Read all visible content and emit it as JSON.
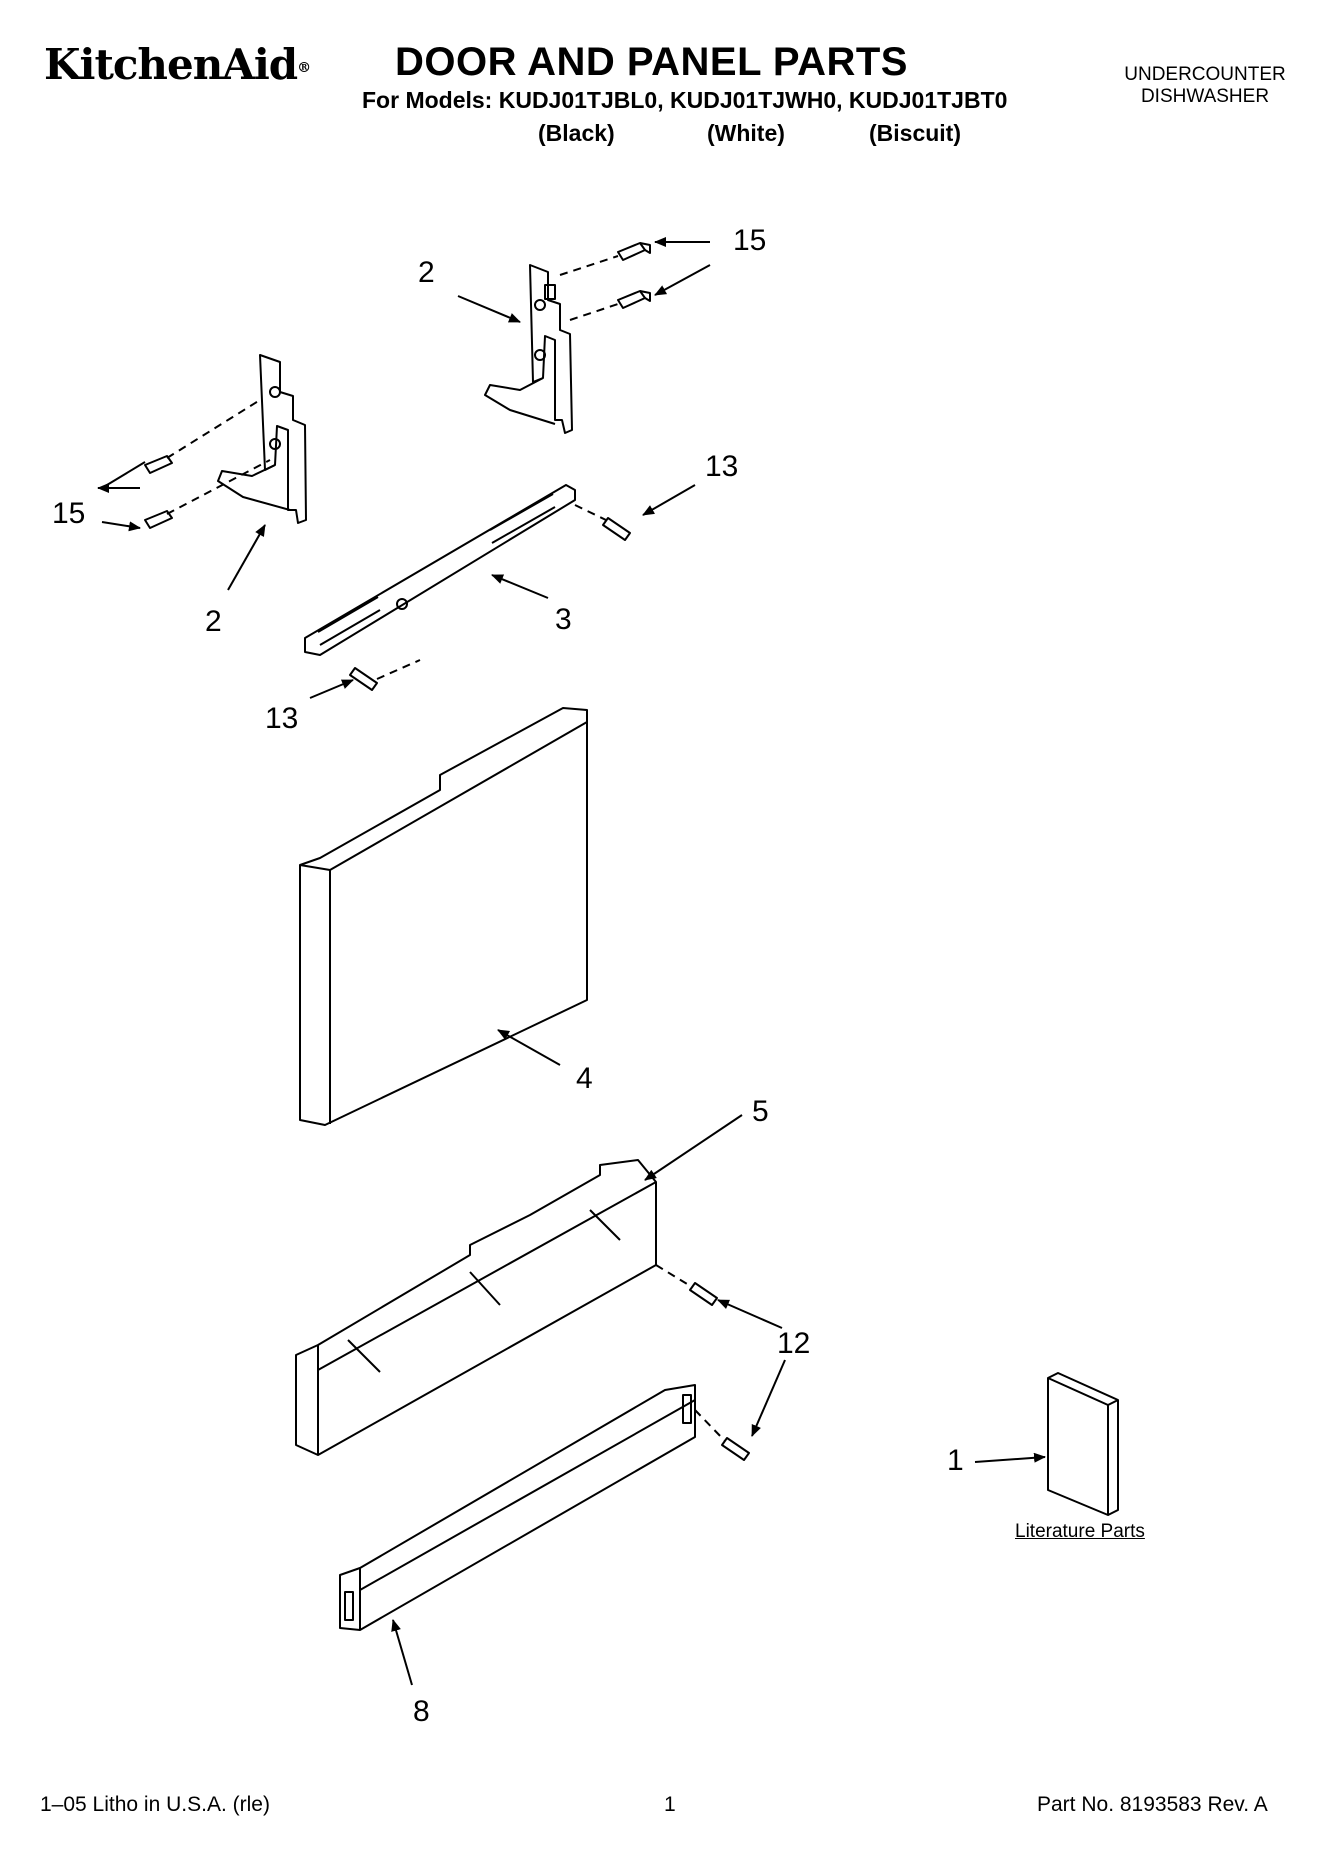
{
  "header": {
    "brand": "KitchenAid",
    "brand_mark": "®",
    "title": "DOOR AND PANEL PARTS",
    "models_line": "For Models: KUDJ01TJBL0, KUDJ01TJWH0, KUDJ01TJBT0",
    "variants": [
      "(Black)",
      "(White)",
      "(Biscuit)"
    ],
    "product_line1": "UNDERCOUNTER",
    "product_line2": "DISHWASHER"
  },
  "callouts": {
    "c15_top": "15",
    "c2_top": "2",
    "c15_left": "15",
    "c2_bottom": "2",
    "c13_right": "13",
    "c3": "3",
    "c13_left": "13",
    "c4": "4",
    "c5": "5",
    "c12": "12",
    "c1": "1",
    "c8": "8"
  },
  "literature_label": "Literature Parts",
  "footer": {
    "left": "1–05 Litho in U.S.A. (rle)",
    "center": "1",
    "right": "Part No. 8193583 Rev. A"
  }
}
